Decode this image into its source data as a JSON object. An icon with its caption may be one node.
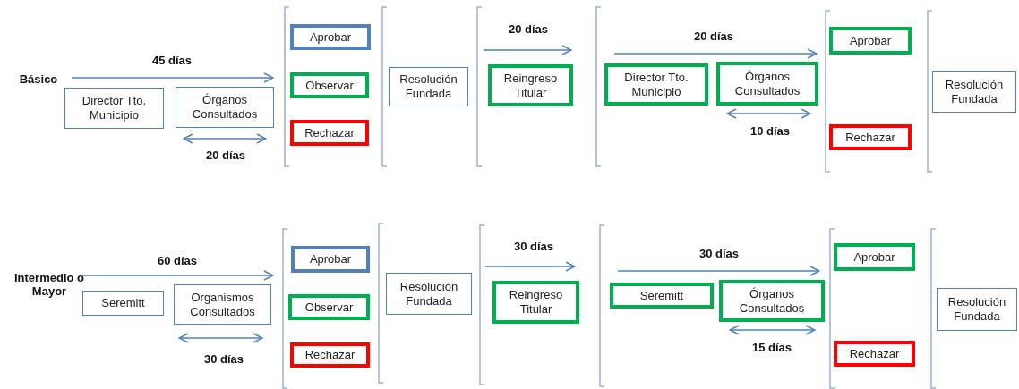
{
  "diagram": {
    "nodes": [
      {
        "text": [
          "Director Tto. Municipio"
        ]
      },
      {
        "text": [
          "Órganos Consultados"
        ]
      },
      {
        "text": [
          "Aprobar"
        ]
      },
      {
        "text": [
          "Observar"
        ]
      },
      {
        "text": [
          "Rechazar"
        ]
      },
      {
        "text": [
          "Resolución Fundada"
        ]
      },
      {
        "text": [
          "Reingreso Titular"
        ]
      },
      {
        "text": [
          "Director Tto. Municipio"
        ]
      },
      {
        "text": [
          "Órganos Consultados"
        ]
      },
      {
        "text": [
          "Aprobar"
        ]
      },
      {
        "text": [
          "Rechazar"
        ]
      },
      {
        "text": [
          "Resolución Fundada"
        ]
      },
      {
        "text": [
          "Seremitt"
        ]
      },
      {
        "text": [
          "Organismos Consultados"
        ]
      },
      {
        "text": [
          "Aprobar"
        ]
      },
      {
        "text": [
          "Observar"
        ]
      },
      {
        "text": [
          "Rechazar"
        ]
      },
      {
        "text": [
          "Resolución Fundada"
        ]
      },
      {
        "text": [
          "Reingreso Titular"
        ]
      },
      {
        "text": [
          "Seremitt"
        ]
      },
      {
        "text": [
          "Órganos Consultados"
        ]
      },
      {
        "text": [
          "Aprobar"
        ]
      },
      {
        "text": [
          "Rechazar"
        ]
      },
      {
        "text": [
          "Resolución Fundada"
        ]
      }
    ],
    "labels": [
      "Básico",
      "45 días",
      "20 días",
      "20 días",
      "20 días",
      "10 días",
      "Intermedio o Mayor",
      "60 días",
      "30 días",
      "30 días",
      "30 días",
      "15 días"
    ]
  }
}
